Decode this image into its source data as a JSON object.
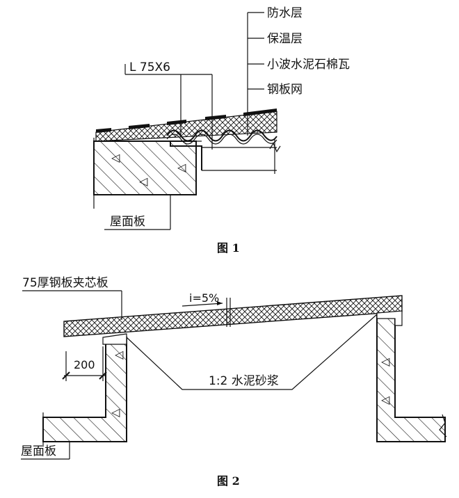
{
  "figure1": {
    "caption": "图 1",
    "labels": {
      "waterproof": "防水层",
      "insulation": "保温层",
      "corrugated": "小波水泥石棉瓦",
      "steel_mesh": "钢板网",
      "angle": "L 75X6",
      "roof_slab": "屋面板"
    }
  },
  "figure2": {
    "caption": "图 2",
    "labels": {
      "panel": "75厚钢板夹芯板",
      "slope": "i=5%",
      "dimension": "200",
      "mortar": "1:2 水泥砂浆",
      "roof_slab": "屋面板"
    }
  },
  "colors": {
    "ink": "#111111",
    "paper": "#ffffff"
  }
}
